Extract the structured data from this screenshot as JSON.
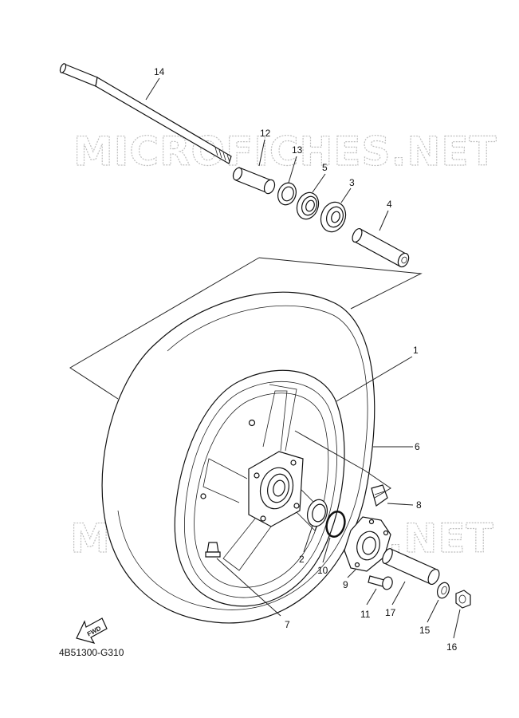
{
  "watermark": "MICROFICHES.NET",
  "diagram_code": "4B51300-G310",
  "fwd_label": "FWD",
  "callouts": {
    "p1": "1",
    "p2": "2",
    "p3": "3",
    "p4": "4",
    "p5": "5",
    "p6": "6",
    "p7": "7",
    "p8": "8",
    "p9": "9",
    "p10": "10",
    "p11": "11",
    "p12": "12",
    "p13": "13",
    "p14": "14",
    "p15": "15",
    "p16": "16",
    "p17": "17"
  }
}
